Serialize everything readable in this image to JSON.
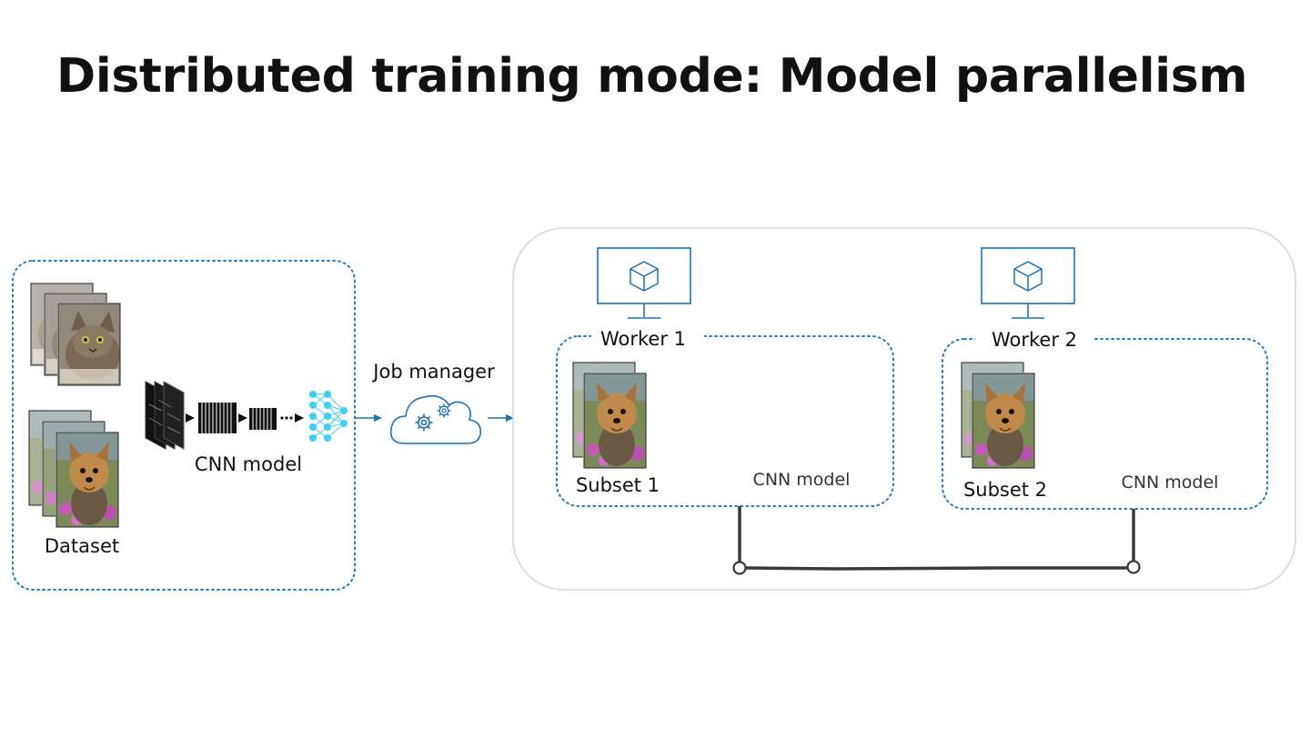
{
  "slide": {
    "title": "Distributed training mode: Model parallelism"
  },
  "dataset_panel": {
    "dataset_label": "Dataset",
    "cnn_label": "CNN model"
  },
  "job_manager": {
    "label": "Job manager"
  },
  "workers": [
    {
      "name": "Worker 1",
      "subset_label": "Subset 1",
      "model_label": "CNN model"
    },
    {
      "name": "Worker 2",
      "subset_label": "Subset 2",
      "model_label": "CNN model"
    }
  ],
  "colors": {
    "accent_blue": "#1a73b8",
    "dotted_border": "#2b7fc0",
    "neural_cyan": "#3fd0ef",
    "connector": "#3a3a3a",
    "cluster_border": "#d9d9d9"
  },
  "icons": [
    "monitor-cube-icon",
    "cloud-gears-icon",
    "neural-network-icon",
    "feature-map-icon"
  ]
}
